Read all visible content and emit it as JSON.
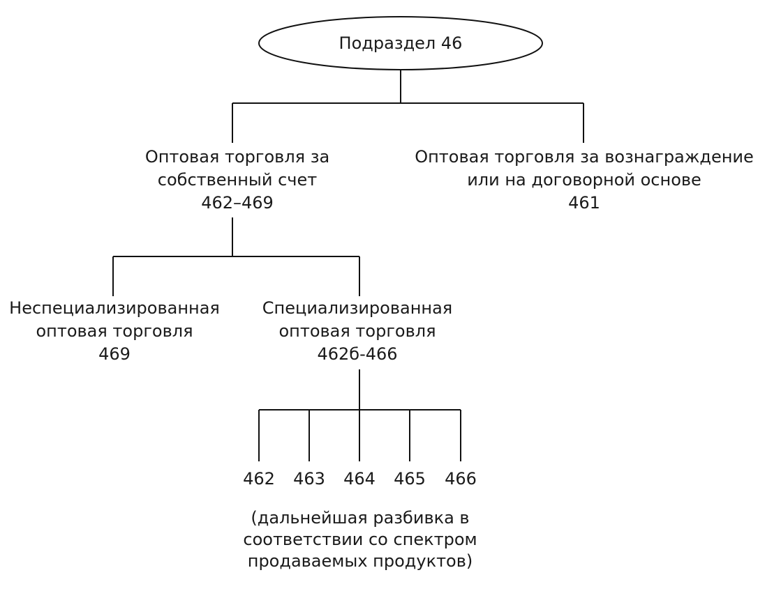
{
  "root": {
    "label": "Подраздел 46"
  },
  "branch_own": {
    "lines": [
      "Оптовая торговля за",
      "собственный счет",
      "462–469"
    ]
  },
  "branch_fee": {
    "lines": [
      "Оптовая торговля за вознаграждение",
      "или на договорной основе",
      "461"
    ]
  },
  "non_specialized": {
    "lines": [
      "Неспециализированная",
      "оптовая торговля",
      "469"
    ]
  },
  "specialized": {
    "lines": [
      "Специализированная",
      "оптовая торговля",
      "462б-466"
    ]
  },
  "leaves": [
    "462",
    "463",
    "464",
    "465",
    "466"
  ],
  "note": {
    "lines": [
      "(дальнейшая разбивка в",
      "соответствии со спектром",
      "продаваемых продуктов)"
    ]
  }
}
